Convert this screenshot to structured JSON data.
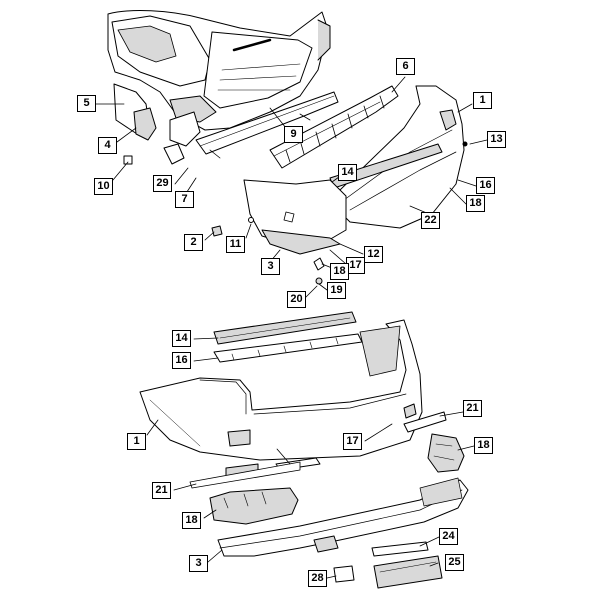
{
  "diagram": {
    "callouts": [
      {
        "id": "c1a",
        "label": "1"
      },
      {
        "id": "c2",
        "label": "2"
      },
      {
        "id": "c3a",
        "label": "3"
      },
      {
        "id": "c4",
        "label": "4"
      },
      {
        "id": "c5",
        "label": "5"
      },
      {
        "id": "c6",
        "label": "6"
      },
      {
        "id": "c7",
        "label": "7"
      },
      {
        "id": "c9",
        "label": "9"
      },
      {
        "id": "c10",
        "label": "10"
      },
      {
        "id": "c11",
        "label": "11"
      },
      {
        "id": "c12",
        "label": "12"
      },
      {
        "id": "c13",
        "label": "13"
      },
      {
        "id": "c14a",
        "label": "14"
      },
      {
        "id": "c16a",
        "label": "16"
      },
      {
        "id": "c17a",
        "label": "17"
      },
      {
        "id": "c18a",
        "label": "18"
      },
      {
        "id": "c18b",
        "label": "18"
      },
      {
        "id": "c19",
        "label": "19"
      },
      {
        "id": "c20",
        "label": "20"
      },
      {
        "id": "c22",
        "label": "22"
      },
      {
        "id": "c29",
        "label": "29"
      },
      {
        "id": "c14b",
        "label": "14"
      },
      {
        "id": "c16b",
        "label": "16"
      },
      {
        "id": "c21a",
        "label": "21"
      },
      {
        "id": "c1b",
        "label": "1"
      },
      {
        "id": "c17b",
        "label": "17"
      },
      {
        "id": "c18c",
        "label": "18"
      },
      {
        "id": "c21b",
        "label": "21"
      },
      {
        "id": "c18d",
        "label": "18"
      },
      {
        "id": "c24",
        "label": "24"
      },
      {
        "id": "c3b",
        "label": "3"
      },
      {
        "id": "c25",
        "label": "25"
      },
      {
        "id": "c28",
        "label": "28"
      }
    ],
    "colors": {
      "line": "#000000",
      "fill": "#ffffff",
      "shade": "#d9d9d9"
    }
  }
}
